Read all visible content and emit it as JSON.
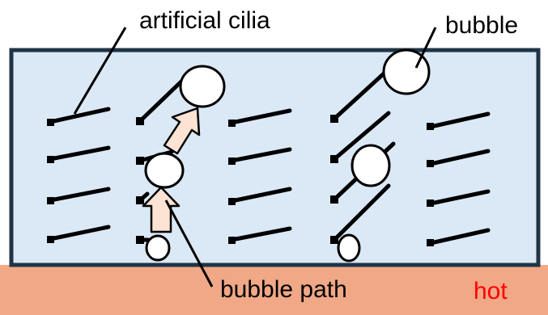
{
  "labels": {
    "cilia": "artificial cilia",
    "bubble": "bubble",
    "path": "bubble path",
    "hot": "hot"
  },
  "colors": {
    "liquid": "#dbe8f5",
    "border": "#203447",
    "hot_layer": "#f0a886",
    "hot_text": "#ff0000",
    "arrow_fill": "#fde3d3",
    "ink": "#000000"
  }
}
